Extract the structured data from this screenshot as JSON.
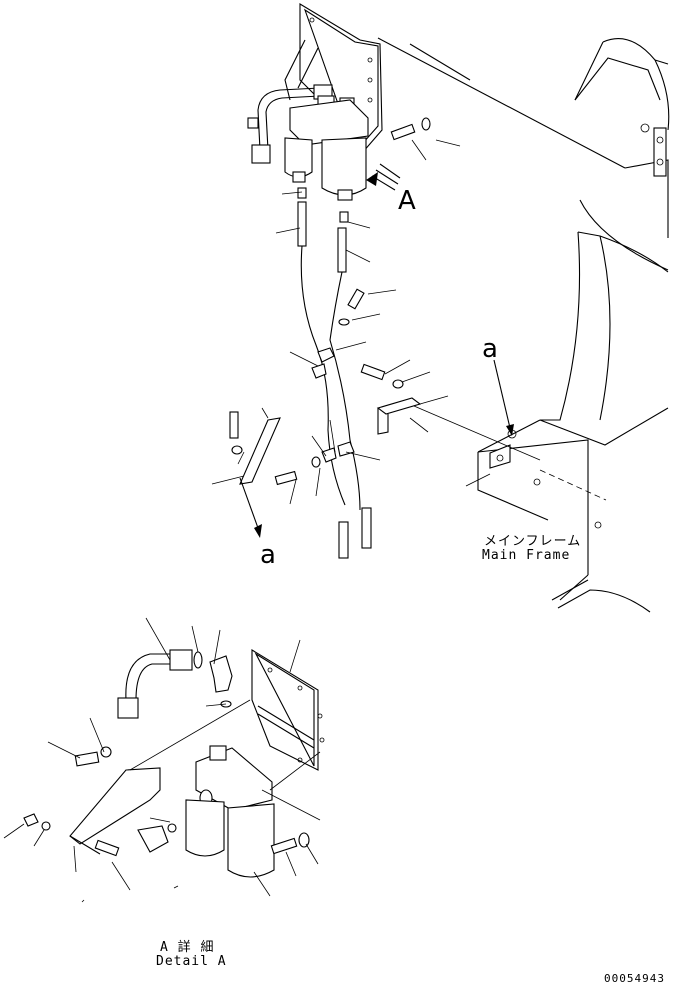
{
  "labels": {
    "view_marker_A": "A",
    "arrow_label_a_top": "a",
    "arrow_label_a_bottom": "a",
    "main_frame_jp": "メインフレーム",
    "main_frame_en": "Main Frame",
    "detail_jp": "A 詳 細",
    "detail_en": "Detail A",
    "drawing_number": "00054943"
  }
}
